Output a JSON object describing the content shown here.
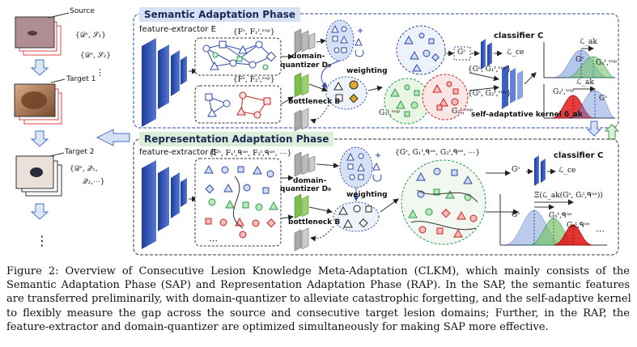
{
  "source_stream": {
    "source": "Source",
    "target1": "Target 1",
    "target2": "Target 2",
    "set_source": "{𝒟ˢ, 𝒮₁}",
    "set_target1": "{𝒟ˢ, 𝒮₂}",
    "set_target2_line1": "{𝒟ˢ, 𝒬₁,",
    "set_target2_line2": "𝒬₂,⋯}",
    "dots": "⋮",
    "dots_bottom": "⋮"
  },
  "sap": {
    "title": "Semantic Adaptation Phase",
    "feature_extractor": "feature-extractor E",
    "feature_set_top": "{Fˢ, F₁ᵗ,ˢᵘᵖ}",
    "feature_set_mid": "{Fˢ, F₂ᵗ,ˢᵘᵖ}",
    "domain_quantizer": "domain-",
    "domain_quantizer2": "quantizer D₀",
    "bottleneck": "bottleneck B",
    "weighting": "weighting",
    "gs": "Gˢ",
    "g1": "G₁ᵗ,ˢᵘᵖ",
    "g2": "G₂ᵗ,ˢᵘᵖ",
    "classifier": "classifier C",
    "loss_ce": "ℒ_ce",
    "set_g1": "{Gˢ, G₁ᵗ,ˢᵘᵖ}",
    "set_g2": "{Gˢ, G₂ᵗ,ˢᵘᵖ}",
    "kernel": "self-adaptative kernel δ_ak",
    "l_ak": "ℒ_ak",
    "l_ak2": "ℒ_ak",
    "dist_g1": "G₁ᵗ,ˢᵘᵖ",
    "dist_gs": "Gˢ",
    "dist_g2": "G₂ᵗ,ˢᵘᵖ",
    "dist_gs2": "Gˢ"
  },
  "rap": {
    "title": "Representation Adaptation Phase",
    "feature_extractor": "feature-extractor E",
    "feature_set": "{Fˢ, F₁ᵗ,ᑫᵘᵉ, F₂ᵗ,ᑫᵘᵉ, ⋯}",
    "domain_quantizer": "domain-",
    "domain_quantizer2": "quantizer D₀",
    "bottleneck": "bottleneck B",
    "weighting": "weighting",
    "g_set": "{Gˢ, G₁ᵗ,ᑫᵘᵉ, G₂ᵗ,ᑫᵘᵉ, ⋯}",
    "gs_in": "Gˢ",
    "classifier": "classifier C",
    "loss_ce": "ℒ_ce",
    "expect": "Ξ(ℒ_ak(Gˢ, Gᵢᵗ,ᑫᵘᵉ))",
    "dist_gs": "Gˢ",
    "dist_g1": "G₁ᵗ,ᑫᵘᵉ",
    "dist_g2": "G₂ᵗ,ᑫᵘᵉ",
    "dots": "⋯",
    "dots_cloud": "⋯"
  },
  "caption": [
    "Figure 2:  Overview of Consecutive Lesion Knowledge Meta-Adaptation (CLKM), which mainly consists of the",
    "Semantic Adaptation Phase (SAP) and Representation Adaptation Phase (RAP). In the SAP, the semantic features",
    "are transferred preliminarily, with domain-quantizer to alleviate catastrophic forgetting, and the self-adaptive kernel",
    "to flexibly measure the gap across the source and consecutive target lesion domains; Further, in the RAP, the",
    "feature-extractor and domain-quantizer are optimized simultaneously for making SAP more effective."
  ],
  "colors": {
    "sap_bg": "#d6e1f5",
    "rap_bg": "#dbeed8",
    "network_blue": "#2c4aa8",
    "dist_red": "#e11d1d",
    "dist_green": "#7dc36b",
    "dist_blue": "#6a8fd8"
  }
}
